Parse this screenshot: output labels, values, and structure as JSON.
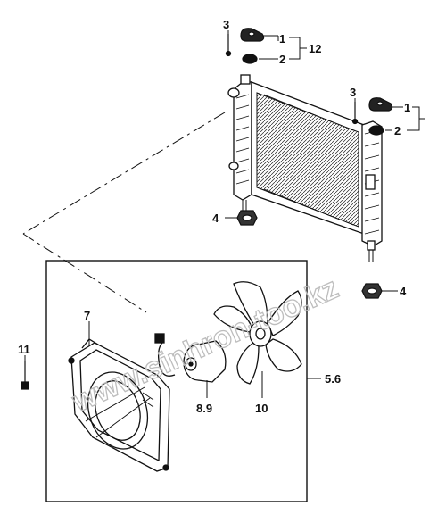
{
  "callouts": {
    "c1_top": "1",
    "c2_top": "2",
    "c3_top": "3",
    "c12": "12",
    "c1_right": "1",
    "c2_right": "2",
    "c3_right": "3",
    "c4_left": "4",
    "c4_right": "4",
    "c7": "7",
    "c11": "11",
    "c89": "8.9",
    "c10": "10",
    "c56": "5.6"
  },
  "watermark": "www.sinhron-too.kz",
  "colors": {
    "line": "#111111",
    "watermark": "#bdbdbd",
    "background": "#ffffff"
  }
}
